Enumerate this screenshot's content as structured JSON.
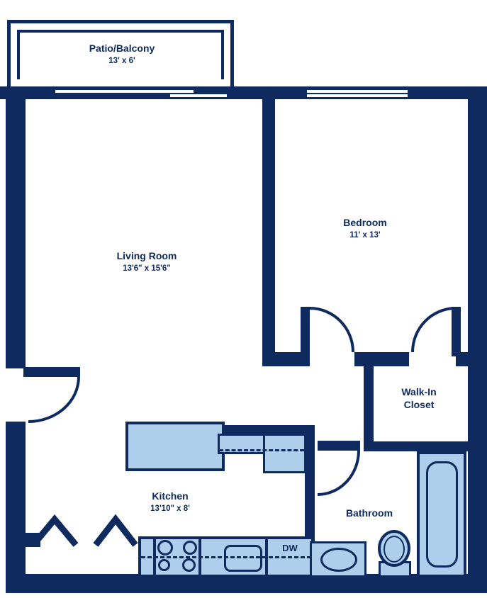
{
  "colors": {
    "wall": "#0e2a5e",
    "fixture_fill": "#aecfeb",
    "background": "#ffffff"
  },
  "rooms": {
    "patio": {
      "label": "Patio/Balcony",
      "dims": "13' x 6'"
    },
    "living": {
      "label": "Living Room",
      "dims": "13'6\" x 15'6\""
    },
    "bedroom": {
      "label": "Bedroom",
      "dims": "11' x 13'"
    },
    "closet": {
      "line1": "Walk-In",
      "line2": "Closet"
    },
    "kitchen": {
      "label": "Kitchen",
      "dims": "13'10\" x 8'"
    },
    "bathroom": {
      "label": "Bathroom"
    }
  },
  "fixtures": {
    "dishwasher": "DW"
  }
}
